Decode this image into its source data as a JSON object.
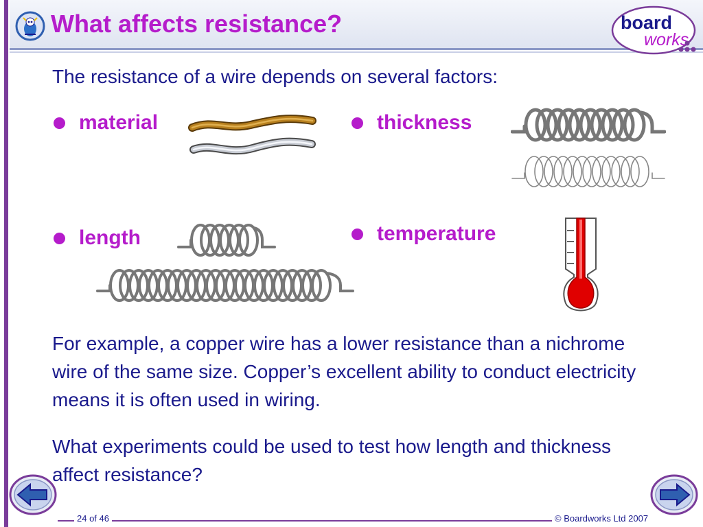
{
  "header": {
    "title": "What affects resistance?",
    "logo_line1": "board",
    "logo_line2": "works"
  },
  "body": {
    "intro": "The resistance of a wire depends on several factors:",
    "bullets": {
      "material": "material",
      "thickness": "thickness",
      "length": "length",
      "temperature": "temperature"
    },
    "paragraph1": "For example, a copper wire has a lower resistance than a nichrome wire of the same size. Copper’s excellent ability to conduct electricity means it is often used in wiring.",
    "paragraph2": "What experiments could be used to test how length and thickness affect resistance?"
  },
  "footer": {
    "page_indicator": "24 of 46",
    "copyright": "© Boardworks Ltd 2007"
  },
  "colors": {
    "title": "#b51ccb",
    "body_text": "#1a1a8c",
    "copper": "#b8801e",
    "nichrome": "#c8ccd4",
    "coil_gray": "#7b7b7b",
    "thermometer_red": "#e00000",
    "nav_blue": "#2f5fb0"
  },
  "icons": {
    "mascot": "boardworks-mascot-icon",
    "back": "arrow-left-icon",
    "forward": "arrow-right-icon"
  }
}
